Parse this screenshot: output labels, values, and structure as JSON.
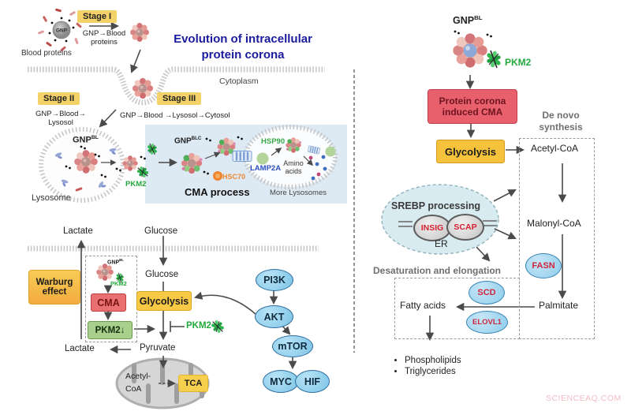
{
  "figure": {
    "watermark": "SCIENCEAQ.COM"
  },
  "colors": {
    "stage_badge": "#f3d26a",
    "title_navy": "#1b1b9e",
    "cma_red": "#e8606c",
    "glycolysis_yellow": "#f8c945",
    "warburg_orange": "#f6c04a",
    "green_box": "#a9cf8d",
    "node_blue": "#7cc4e6",
    "enzyme_text_red": "#cf2740",
    "pkm2_green": "#23a93c",
    "hsp90_green": "#36a848",
    "lamp2a_blue": "#2a4fc0",
    "hsc70_orange": "#ee8833",
    "cma_panel_blue": "#dde9f3",
    "gray_label": "#6f6f6f",
    "watermark_pink": "#f2bcc4"
  },
  "left_top": {
    "stage1_badge": "Stage I",
    "stage1_transition": "GNP→Blood proteins",
    "blood_proteins": "Blood proteins",
    "gnp_core": "GNP",
    "title_line1": "Evolution of intracellular",
    "title_line2": "protein corona",
    "cytoplasm": "Cytoplasm",
    "stage2_badge": "Stage II",
    "stage2_transition": "GNP→Blood→ Lysosol",
    "stage3_badge": "Stage III",
    "stage3_transition": "GNP→Blood →Lysosol→Cytosol",
    "lysosome_label": "Lysosome",
    "gnp_bl": {
      "base": "GNP",
      "sup": "BL"
    },
    "pkm2": "PKM2",
    "cma_panel": {
      "gnp_blc": {
        "base": "GNP",
        "sup": "BLC"
      },
      "hsc70": "HSC70",
      "lamp2a": "LAMP2A",
      "hsp90": "HSP90",
      "amino_acids": "Amino acids",
      "title": "CMA process",
      "more_lysosomes": "More Lysosomes"
    }
  },
  "left_bottom": {
    "lactate_top": "Lactate",
    "glucose_top": "Glucose",
    "warburg_line1": "Warburg",
    "warburg_line2": "effect",
    "gnp_bl": {
      "base": "GNP",
      "sup": "BL"
    },
    "pkm2_small": "PKM2",
    "cma_box": "CMA",
    "pkm2_down": "PKM2↓",
    "glucose_inner": "Glucose",
    "glycolysis": "Glycolysis",
    "pkm2_inhibited": "PKM2",
    "pyruvate": "Pyruvate",
    "lactate_bottom": "Lactate",
    "acetyl_line1": "Acetyl-",
    "acetyl_line2": "CoA",
    "tca": "TCA",
    "pi3k": "PI3K",
    "akt": "AKT",
    "mtor": "mTOR",
    "myc": "MYC",
    "hif": "HIF"
  },
  "right": {
    "gnp_bl": {
      "base": "GNP",
      "sup": "BL"
    },
    "pkm2": "PKM2",
    "cma_line1": "Protein corona",
    "cma_line2": "induced CMA",
    "glycolysis": "Glycolysis",
    "de_novo_line1": "De novo",
    "de_novo_line2": "synthesis",
    "acetyl_coa": "Acetyl-CoA",
    "malonyl_coa": "Malonyl-CoA",
    "fasn": "FASN",
    "palmitate": "Palmitate",
    "srebp_title": "SREBP processing",
    "insig": "INSIG",
    "scap": "SCAP",
    "er": "ER",
    "desaturation": "Desaturation and elongation",
    "fatty_acids": "Fatty acids",
    "scd": "SCD",
    "elovl1": "ELOVL1",
    "products": [
      "Phospholipids",
      "Triglycerides"
    ]
  }
}
